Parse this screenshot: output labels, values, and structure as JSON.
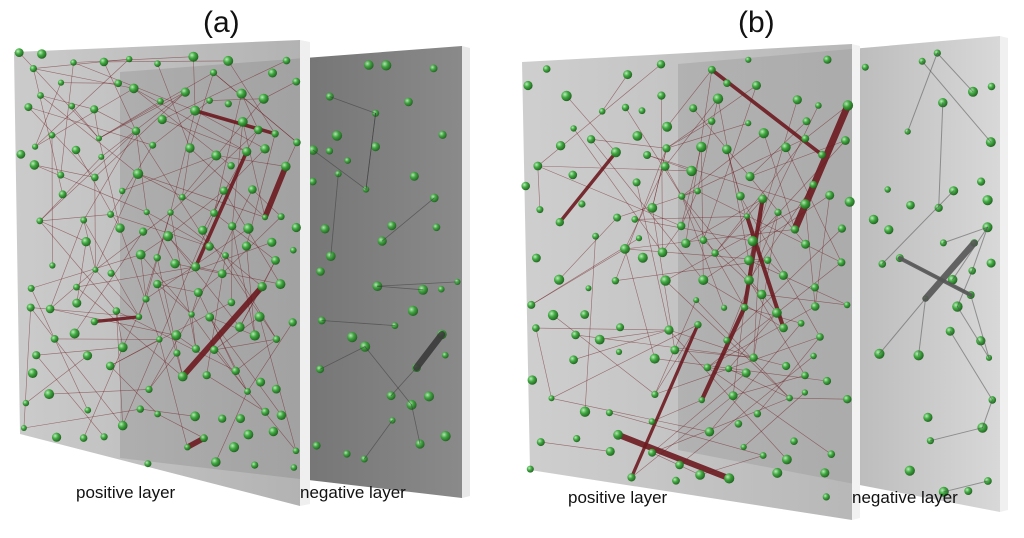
{
  "panels": [
    {
      "id": "a",
      "title": "(a)",
      "positive_label": "positive layer",
      "negative_label": "negative layer"
    },
    {
      "id": "b",
      "title": "(b)",
      "positive_label": "positive layer",
      "negative_label": "negative layer"
    }
  ],
  "colors": {
    "node": "#2f9a2f",
    "node_highlight": "#8fe08f",
    "positive_edge": "#6b1a1f",
    "negative_edge": "#3a3a3a",
    "back_plane": "#6e6e6e",
    "front_plane": "#b9b9b9"
  }
}
